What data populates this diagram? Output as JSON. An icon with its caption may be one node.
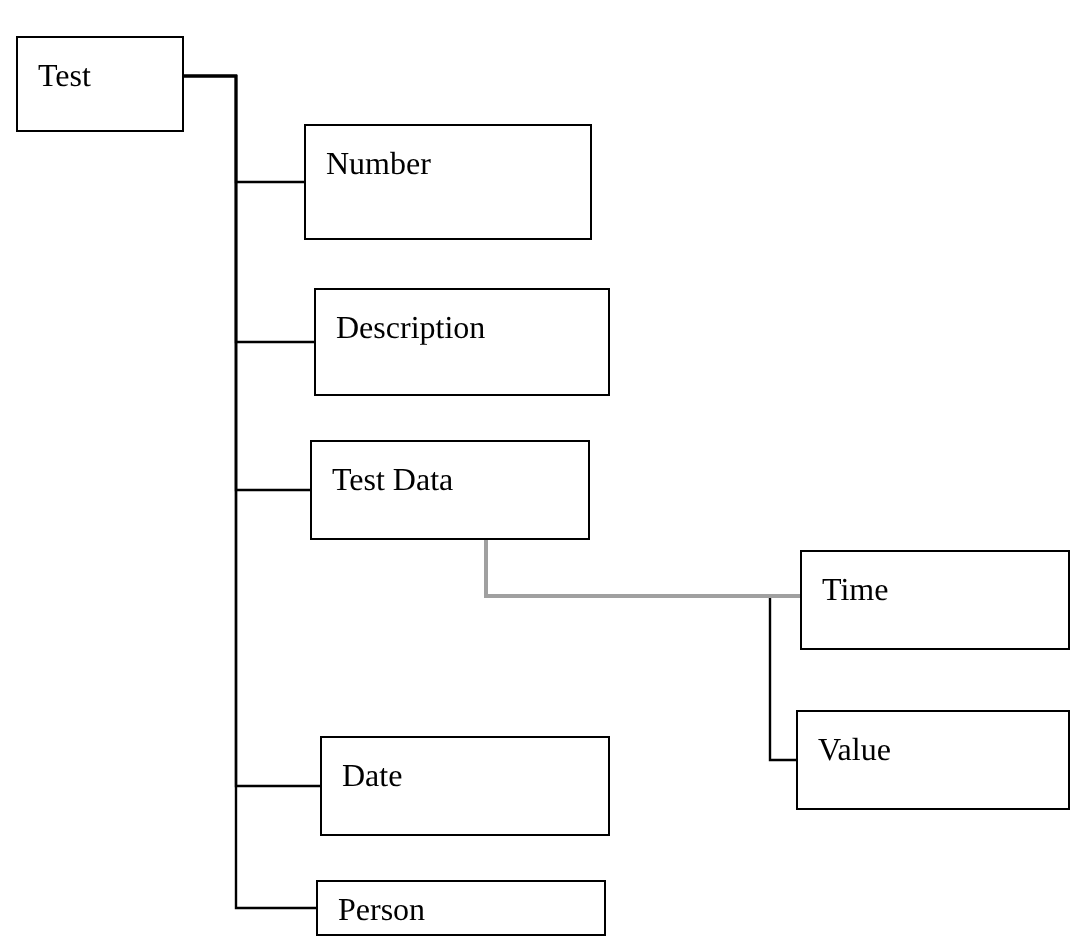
{
  "diagram": {
    "nodes": [
      {
        "text": [
          "Test"
        ]
      },
      {
        "text": [
          "Number"
        ]
      },
      {
        "text": [
          "Description"
        ]
      },
      {
        "text": [
          "Test Data"
        ]
      },
      {
        "text": [
          "Date"
        ]
      },
      {
        "text": [
          "Person"
        ]
      },
      {
        "text": [
          "Time"
        ]
      },
      {
        "text": [
          "Value"
        ]
      }
    ],
    "edges": [
      {
        "from": 0,
        "to": 1,
        "arrow": "none"
      },
      {
        "from": 0,
        "to": 2,
        "arrow": "none"
      },
      {
        "from": 0,
        "to": 3,
        "arrow": "none"
      },
      {
        "from": 0,
        "to": 4,
        "arrow": "none"
      },
      {
        "from": 0,
        "to": 5,
        "arrow": "none"
      },
      {
        "from": 3,
        "to": 6,
        "arrow": "none",
        "color": "#a0a0a0"
      },
      {
        "from": 3,
        "to": 7,
        "arrow": "none"
      }
    ]
  }
}
